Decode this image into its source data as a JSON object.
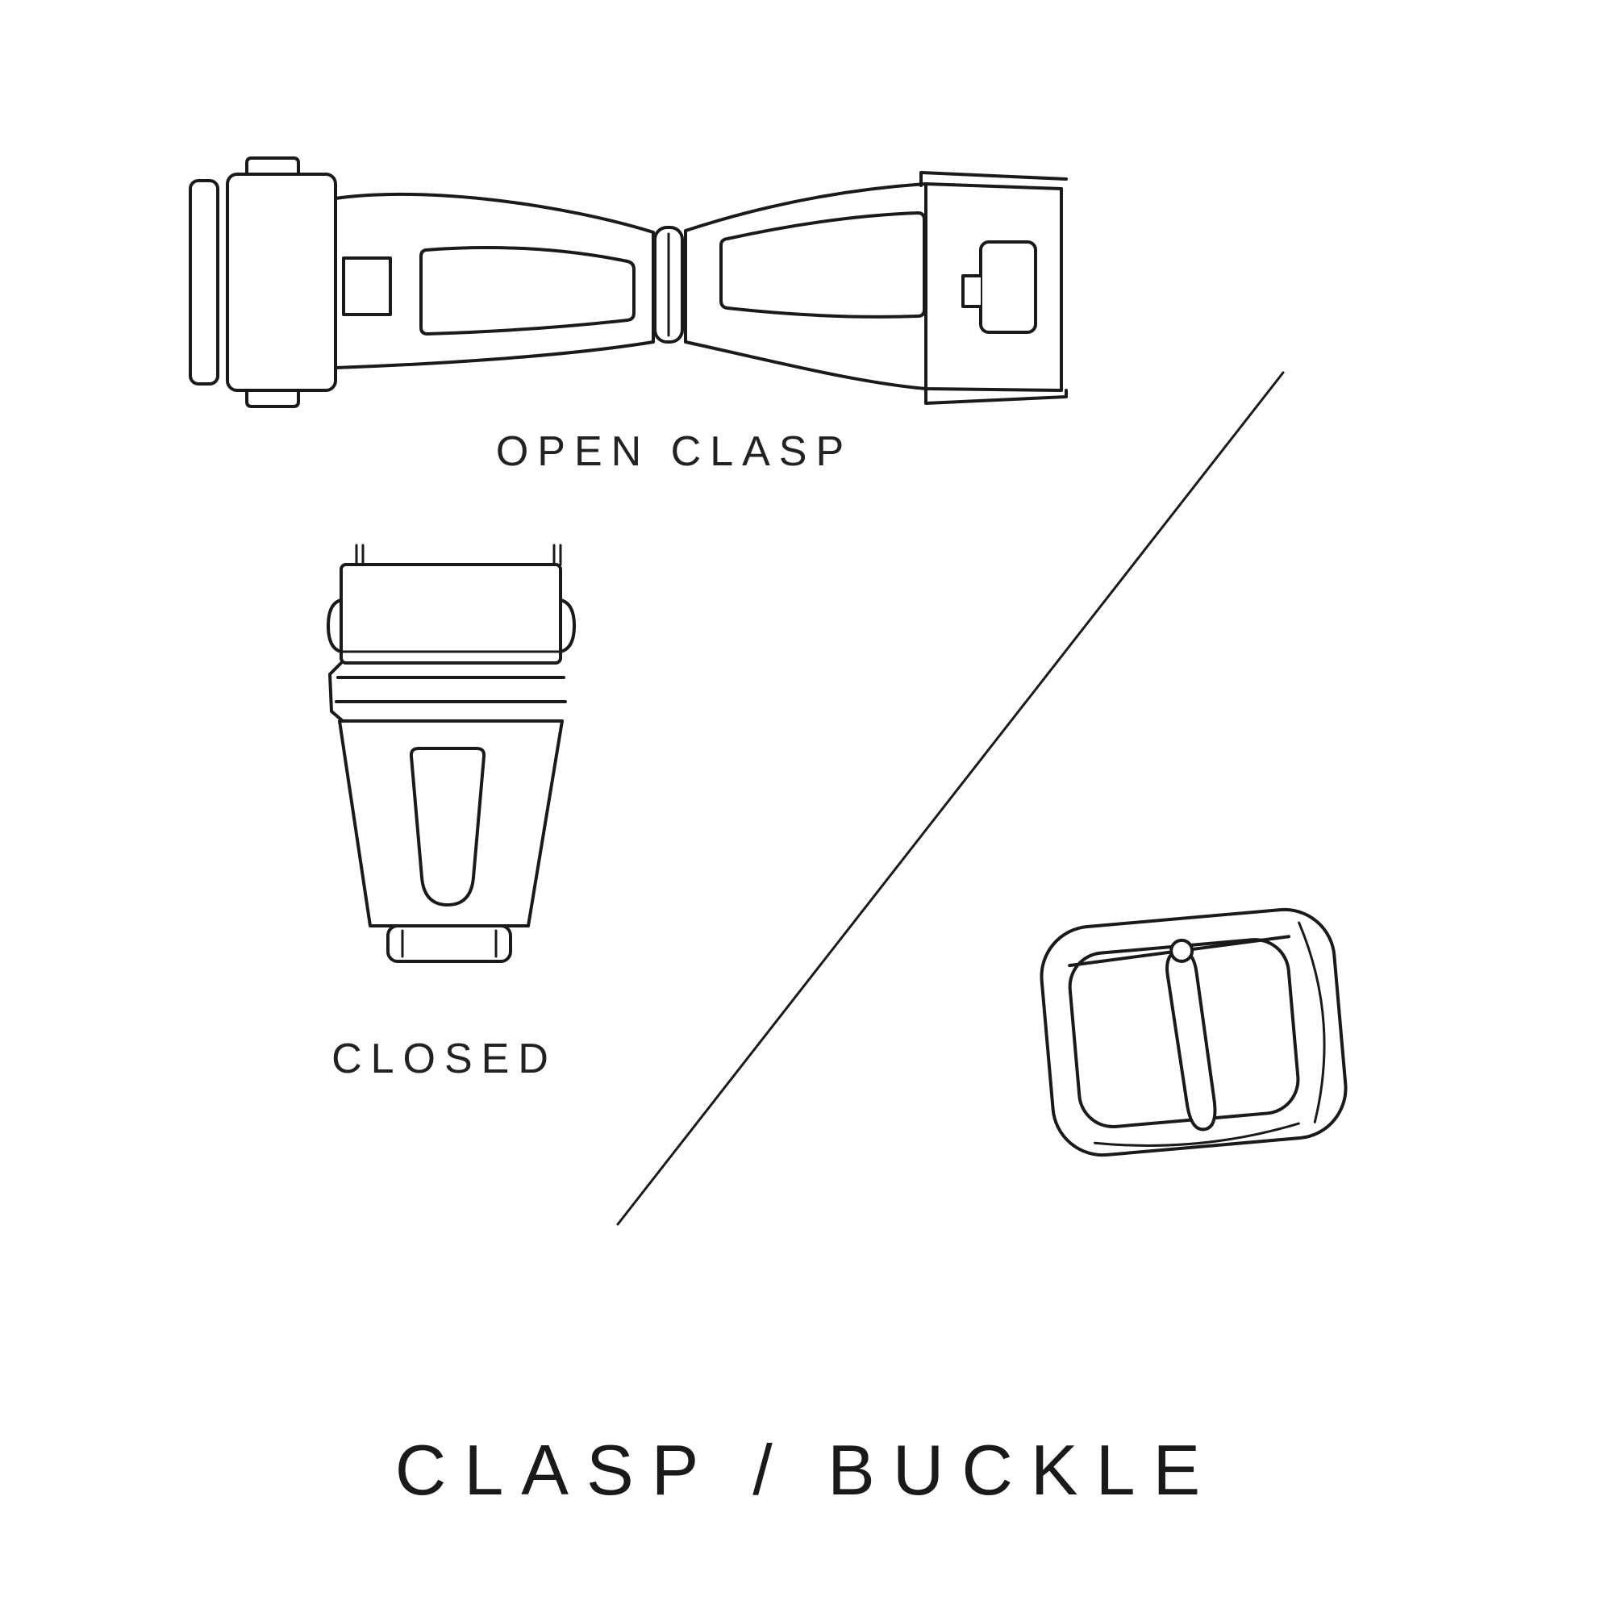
{
  "page": {
    "title": "CLASP / BUCKLE",
    "background_color": "#ffffff",
    "ink_color": "#1a1a1a"
  },
  "labels": {
    "open_clasp": "OPEN CLASP",
    "closed": "CLOSED"
  },
  "illustrations": {
    "open_clasp": "open-deployant-clasp-line-drawing",
    "closed_clasp": "closed-deployant-clasp-line-drawing",
    "pin_buckle": "pin-buckle-line-drawing",
    "divider": "diagonal-divider-line"
  }
}
